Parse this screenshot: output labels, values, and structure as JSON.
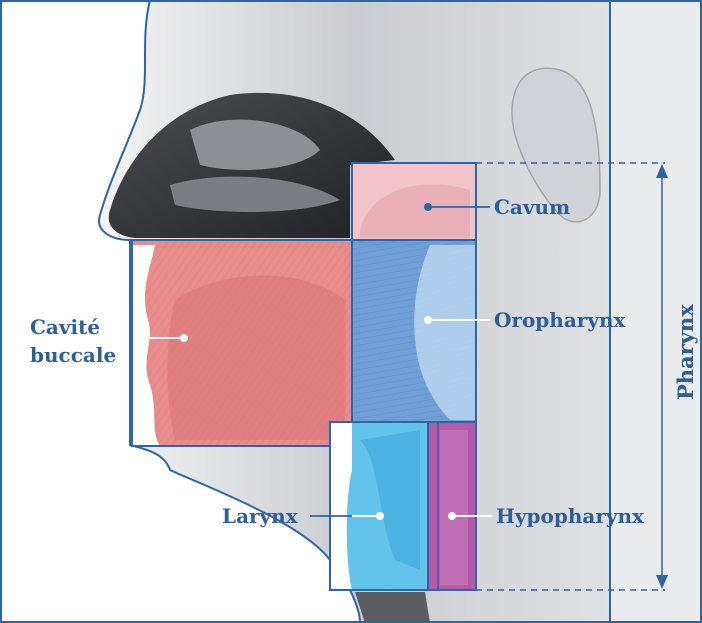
{
  "labels": {
    "cavum": "Cavum",
    "oropharynx": "Oropharynx",
    "cavite_line1": "Cavité",
    "cavite_line2": "buccale",
    "larynx": "Larynx",
    "hypopharynx": "Hypopharynx",
    "pharynx": "Pharynx"
  },
  "colors": {
    "frame": "#2e64a8",
    "label_text": "#2f5e96",
    "cavum_fill": "#f2c3c8",
    "oropharynx_fill": "#6f9fd6",
    "cavite_fill": "#e88c8c",
    "larynx_fill": "#63c3ea",
    "hypopharynx_fill": "#b65aa8",
    "background_panel": "#e5e7e9"
  }
}
